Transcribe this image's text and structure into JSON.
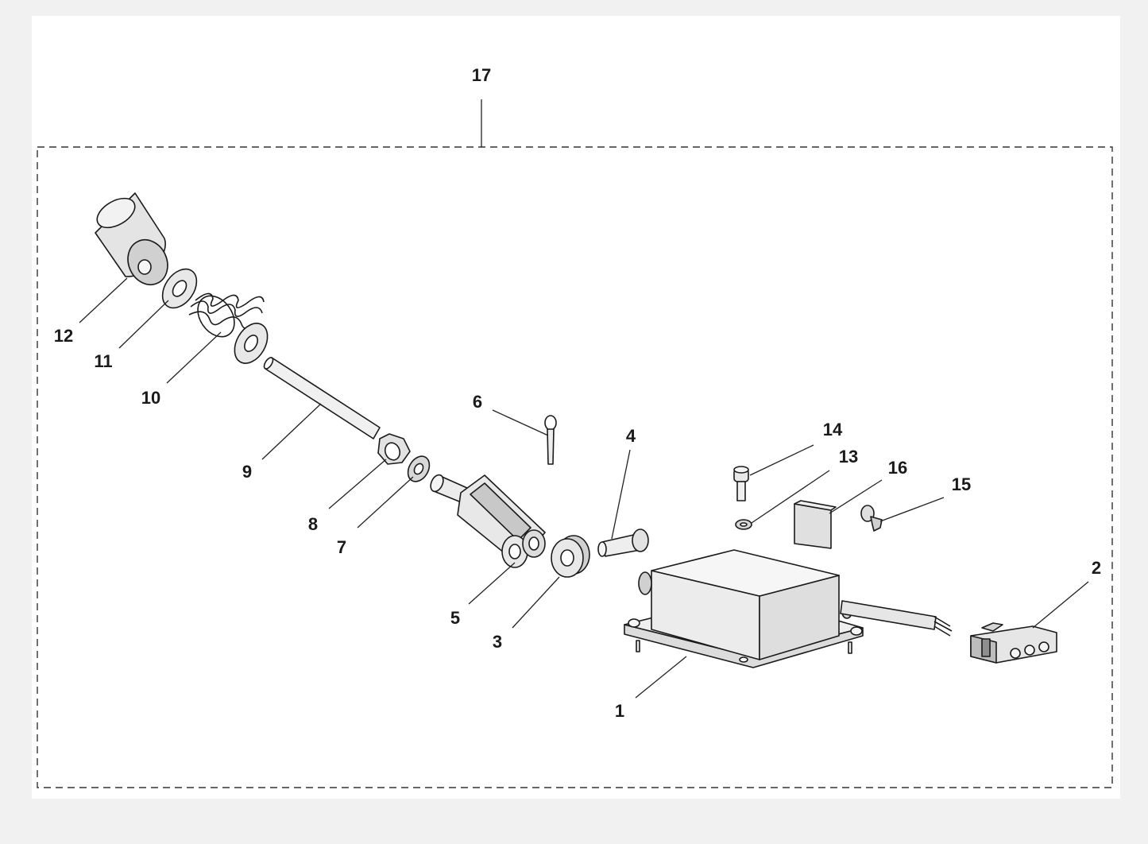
{
  "diagram": {
    "assembly_label": "17",
    "parts": [
      {
        "id": "p1",
        "number": "1"
      },
      {
        "id": "p2",
        "number": "2"
      },
      {
        "id": "p3",
        "number": "3"
      },
      {
        "id": "p4",
        "number": "4"
      },
      {
        "id": "p5",
        "number": "5"
      },
      {
        "id": "p6",
        "number": "6"
      },
      {
        "id": "p7",
        "number": "7"
      },
      {
        "id": "p8",
        "number": "8"
      },
      {
        "id": "p9",
        "number": "9"
      },
      {
        "id": "p10",
        "number": "10"
      },
      {
        "id": "p11",
        "number": "11"
      },
      {
        "id": "p12",
        "number": "12"
      },
      {
        "id": "p13",
        "number": "13"
      },
      {
        "id": "p14",
        "number": "14"
      },
      {
        "id": "p15",
        "number": "15"
      },
      {
        "id": "p16",
        "number": "16"
      }
    ],
    "colors": {
      "background": "#f1f1f1",
      "line": "#1a1a1a",
      "fill_light": "#ececec",
      "fill_mid": "#d2d2d2",
      "fill_dark": "#9a9a9a"
    }
  }
}
